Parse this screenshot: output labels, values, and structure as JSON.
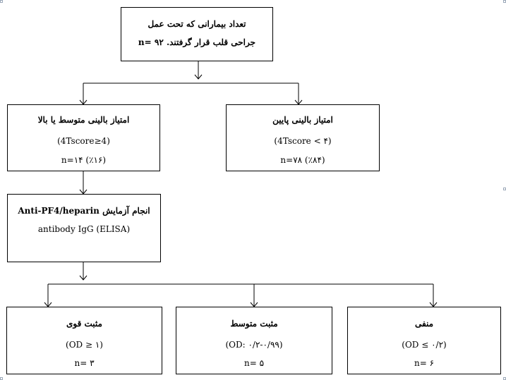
{
  "top": {
    "line1": "تعداد بیمارانی که تحت عمل",
    "line2": "جراحی قلب قرار گرفتند. n= ۹۲"
  },
  "left_mid": {
    "title": "امتیاز بالینی متوسط یا بالا",
    "criteria": "(4Tscore≥4)",
    "count": "n=۱۴ (٪۱۶)"
  },
  "right_mid": {
    "title": "امتیاز بالینی پایین",
    "criteria": "(4Tscore < ۴)",
    "count": "n=۷۸ (٪۸۴)"
  },
  "test": {
    "line1": "انجام آزمایش  Anti-PF4/heparin",
    "line2": "antibody IgG (ELISA)"
  },
  "results": [
    {
      "title": "مثبت قوی",
      "od": "(OD ≥ ۱)",
      "count": "n= ۳"
    },
    {
      "title": "مثبت متوسط",
      "od": "(OD: ۰/۲-۰/۹۹)",
      "count": "n= ۵"
    },
    {
      "title": "منفی",
      "od": "(OD ≤ ۰/۲)",
      "count": "n= ۶"
    }
  ]
}
